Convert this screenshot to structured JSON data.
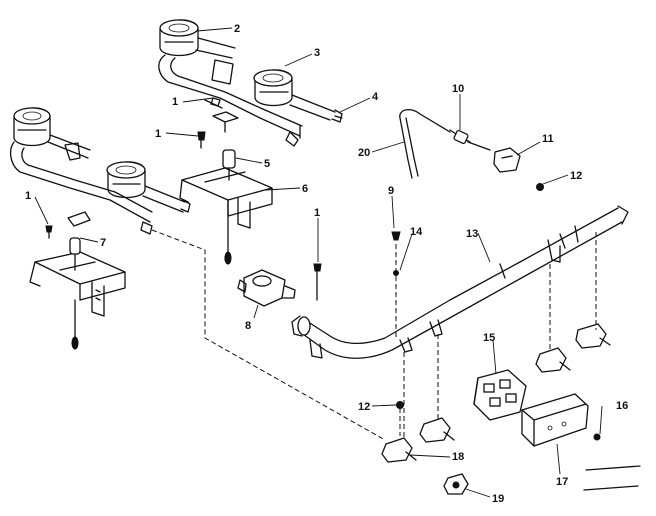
{
  "callouts": {
    "c1a": "1",
    "c1b": "1",
    "c1c": "1",
    "c1d": "1",
    "c2": "2",
    "c3": "3",
    "c4": "4",
    "c5": "5",
    "c6": "6",
    "c7": "7",
    "c8": "8",
    "c9": "9",
    "c10": "10",
    "c11": "11",
    "c12a": "12",
    "c12b": "12",
    "c13": "13",
    "c14": "14",
    "c15": "15",
    "c16": "16",
    "c17": "17",
    "c18": "18",
    "c19": "19",
    "c20": "20"
  }
}
